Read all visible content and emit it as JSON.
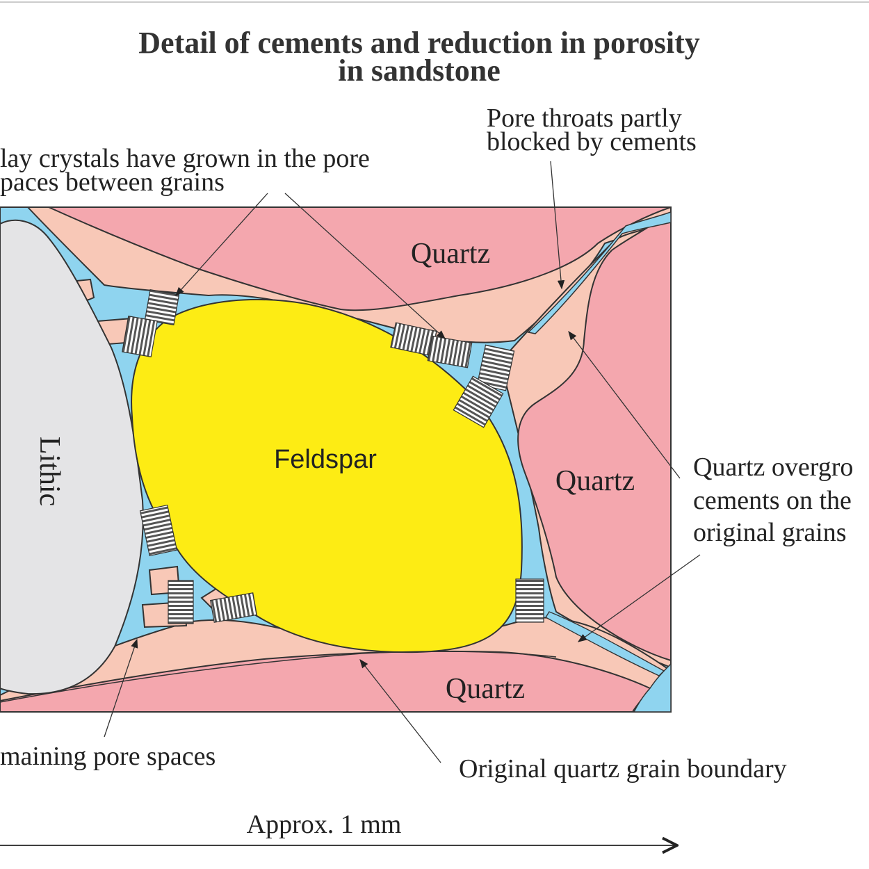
{
  "title": {
    "line1": "Detail of cements and reduction in porosity",
    "line2": "in sandstone"
  },
  "labels": {
    "pore_throats_line1": "Pore throats partly",
    "pore_throats_line2": "blocked by cements",
    "clay_line1": "lay crystals have grown in the pore",
    "clay_line2": "paces between grains",
    "overgrowth_line1": "Quartz overgro",
    "overgrowth_line2": "cements on the",
    "overgrowth_line3": "original grains",
    "remaining_pores": "maining pore spaces",
    "original_boundary": "Original quartz grain boundary",
    "scale": "Approx. 1 mm"
  },
  "grains": {
    "quartz_top": "Quartz",
    "quartz_right": "Quartz",
    "quartz_bottom": "Quartz",
    "feldspar": "Feldspar",
    "lithic": "Lithic"
  },
  "colors": {
    "pore_space": "#8fd4ef",
    "quartz_grain": "#f4a7ae",
    "quartz_overgrowth": "#f8c8b7",
    "feldspar": "#fdec14",
    "lithic": "#e4e4e6",
    "clay": "#555555"
  }
}
